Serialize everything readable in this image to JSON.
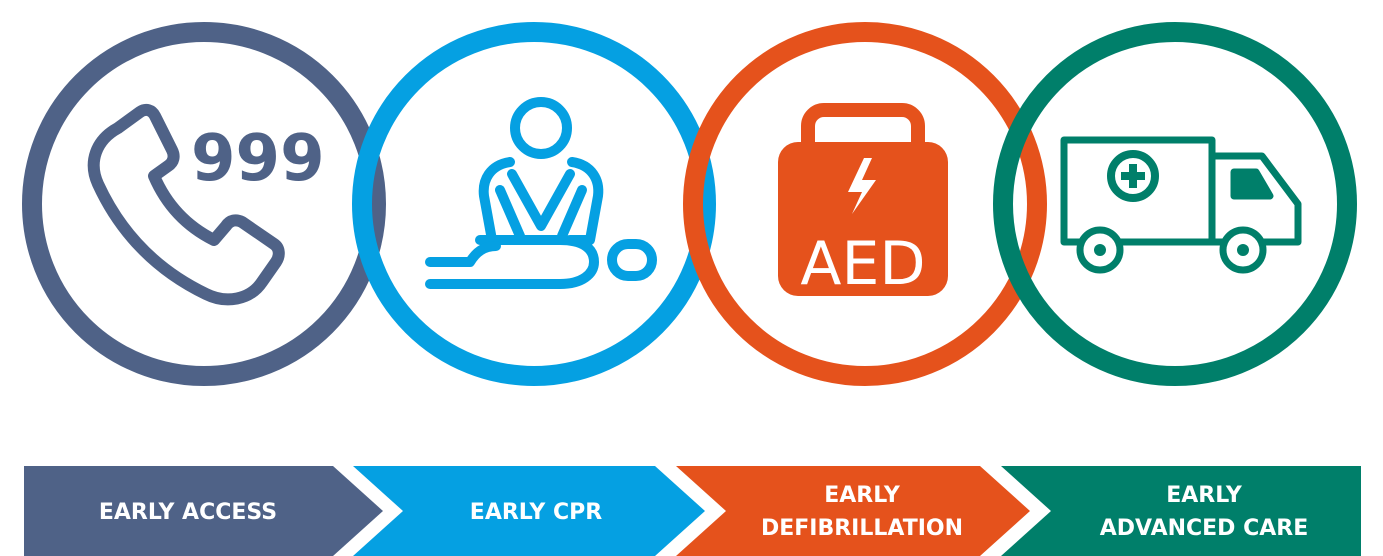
{
  "colors": {
    "access": "#4f6287",
    "cpr": "#05a0e2",
    "defib": "#e5521c",
    "care": "#007f6a"
  },
  "icons": {
    "access": "phone-icon",
    "cpr": "cpr-icon",
    "defib": "aed-icon",
    "care": "ambulance-icon"
  },
  "icon_text": {
    "phone_number": "999",
    "aed_label": "AED"
  },
  "steps": [
    {
      "lines": [
        "EARLY ACCESS"
      ]
    },
    {
      "lines": [
        "EARLY CPR"
      ]
    },
    {
      "lines": [
        "EARLY",
        "DEFIBRILLATION"
      ]
    },
    {
      "lines": [
        "EARLY",
        "ADVANCED CARE"
      ]
    }
  ]
}
